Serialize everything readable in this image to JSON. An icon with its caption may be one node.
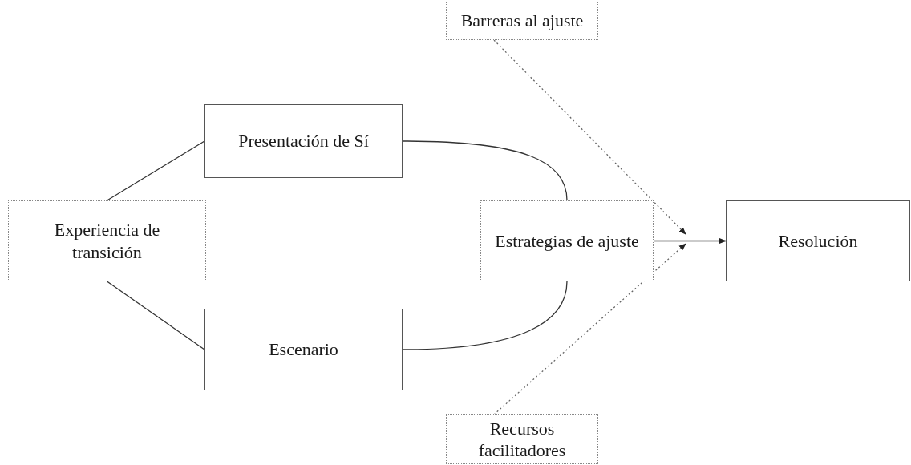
{
  "diagram": {
    "nodes": [
      {
        "text": [
          "Barreras al ajuste"
        ]
      },
      {
        "text": [
          "Presentación de Sí"
        ]
      },
      {
        "text": [
          "Experiencia de transición"
        ]
      },
      {
        "text": [
          "Estrategias de ajuste"
        ]
      },
      {
        "text": [
          "Resolución"
        ]
      },
      {
        "text": [
          "Escenario"
        ]
      },
      {
        "text": [
          "Recursos facilitadores"
        ]
      }
    ],
    "edges": [
      {
        "from": 2,
        "to": 1,
        "arrow": "none"
      },
      {
        "from": 2,
        "to": 5,
        "arrow": "none"
      },
      {
        "from": 1,
        "to": 3,
        "arrow": "none"
      },
      {
        "from": 5,
        "to": 3,
        "arrow": "none"
      },
      {
        "from": 3,
        "to": 4,
        "arrow": "to"
      },
      {
        "from": 0,
        "to": null,
        "arrow": "to",
        "style": "dashed"
      },
      {
        "from": 6,
        "to": null,
        "arrow": "to",
        "style": "dashed"
      }
    ]
  }
}
